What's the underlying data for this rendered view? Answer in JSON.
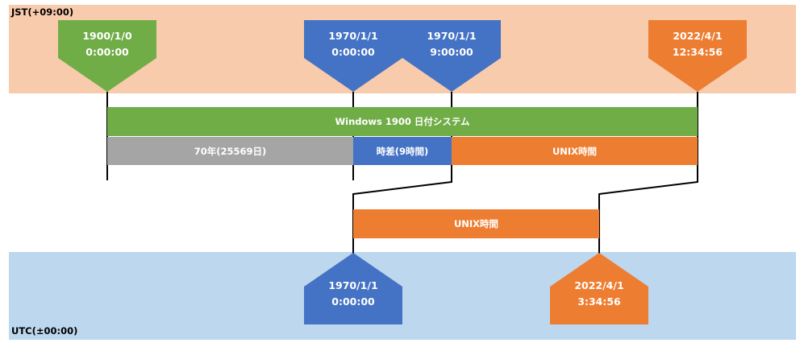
{
  "zones": {
    "jst_label": "JST(+09:00)",
    "utc_label": "UTC(±00:00)"
  },
  "colors": {
    "green": "#70ad47",
    "blue": "#4472c4",
    "orange": "#ed7d31",
    "gray": "#a5a5a5",
    "jst_band": "#f8cbad",
    "utc_band": "#bdd7ee"
  },
  "markers_top": [
    {
      "date": "1900/1/0",
      "time": "0:00:00",
      "color": "green"
    },
    {
      "date": "1970/1/1",
      "time": "0:00:00",
      "color": "blue"
    },
    {
      "date": "1970/1/1",
      "time": "9:00:00",
      "color": "blue"
    },
    {
      "date": "2022/4/1",
      "time": "12:34:56",
      "color": "orange"
    }
  ],
  "markers_bottom": [
    {
      "date": "1970/1/1",
      "time": "0:00:00",
      "color": "blue"
    },
    {
      "date": "2022/4/1",
      "time": "3:34:56",
      "color": "orange"
    }
  ],
  "bars": {
    "windows": "Windows 1900 日付システム",
    "seventy_years": "70年(25569日)",
    "time_diff": "時差(9時間)",
    "unix_jst": "UNIX時間",
    "unix_utc": "UNIX時間"
  }
}
